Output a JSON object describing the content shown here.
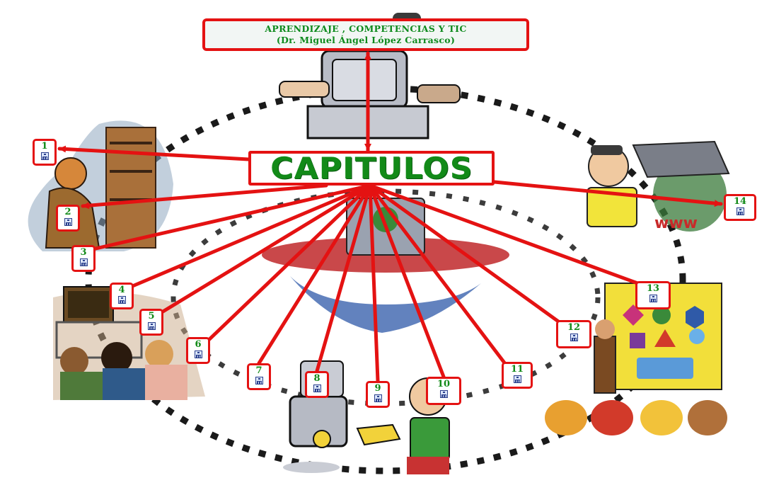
{
  "header": {
    "title_line1": "APRENDIZAJE , COMPETENCIAS Y TIC",
    "title_line2": "(Dr. Miguel Ángel López Carrasco)"
  },
  "center": {
    "label": "CAPITULOS"
  },
  "chapters": [
    "1",
    "2",
    "3",
    "4",
    "5",
    "6",
    "7",
    "8",
    "9",
    "10",
    "11",
    "12",
    "13",
    "14"
  ],
  "colors": {
    "accent_red": "#e41212",
    "text_green": "#128a18",
    "box_bg": "#f2f6f4"
  },
  "icons": {
    "node_icon": "sitemap-icon",
    "illustrations": [
      "computer-user-illustration",
      "library-reader-illustration",
      "classroom-tv-illustration",
      "robot-child-illustration",
      "teacher-shapes-illustration",
      "boy-globe-www-illustration",
      "flying-computer-illustration"
    ]
  }
}
